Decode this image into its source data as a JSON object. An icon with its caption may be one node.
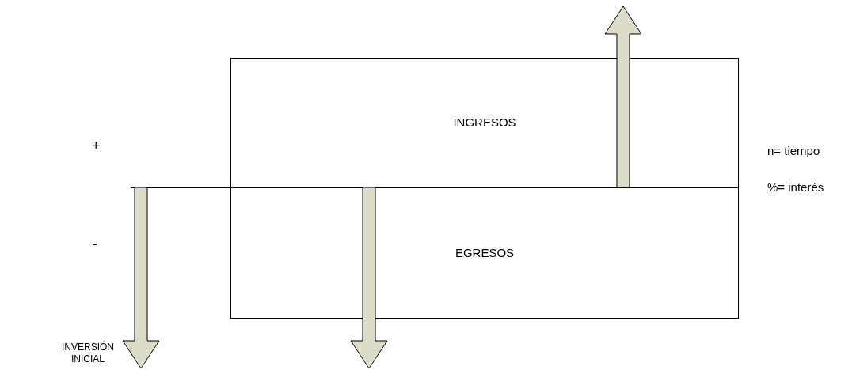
{
  "diagram": {
    "nodes": [
      {
        "text": [
          "INGRESOS"
        ]
      },
      {
        "text": [
          "EGRESOS"
        ]
      }
    ],
    "labels": [
      "+",
      "-",
      "n= tiempo",
      "%= interés",
      "INVERSIÓN INICIAL"
    ]
  }
}
